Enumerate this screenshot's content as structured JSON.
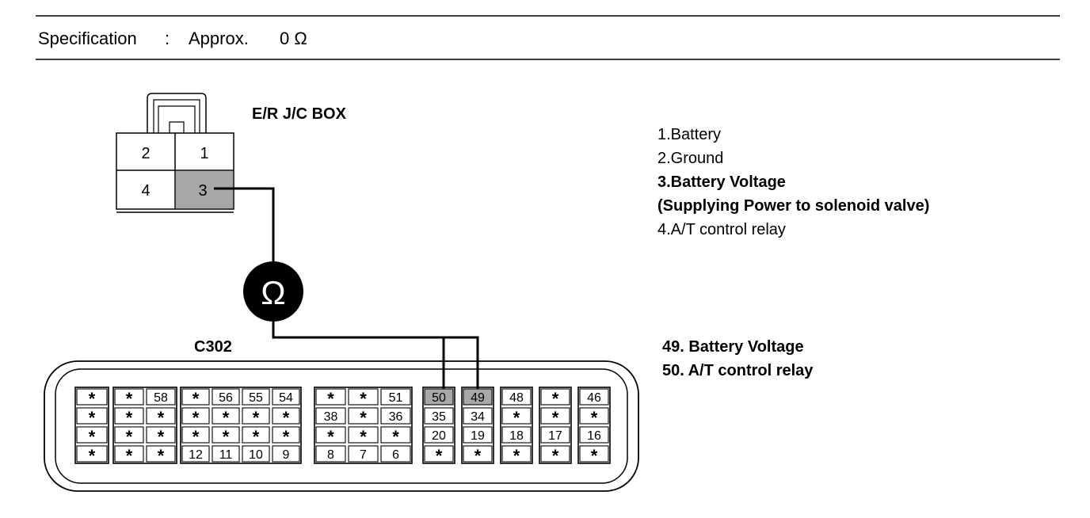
{
  "specification": {
    "label": "Specification",
    "separator": ":",
    "value": "Approx.",
    "unit": "0 Ω"
  },
  "jc_box": {
    "title": "E/R J/C BOX",
    "pins": [
      "2",
      "1",
      "4",
      "3"
    ]
  },
  "jc_legend": [
    {
      "text": "1.Battery",
      "bold": false
    },
    {
      "text": "2.Ground",
      "bold": false
    },
    {
      "text": "3.Battery Voltage",
      "bold": true
    },
    {
      "text": "(Supplying Power to solenoid valve)",
      "bold": true
    },
    {
      "text": "4.A/T control relay",
      "bold": false
    }
  ],
  "meter": {
    "symbol": "Ω",
    "icon": "ohmmeter-icon"
  },
  "connector": {
    "name": "C302",
    "blocks": [
      {
        "cols": [
          [
            "*",
            "*",
            "*",
            "*"
          ]
        ]
      },
      {
        "cols": [
          [
            "*",
            "*",
            "*",
            "*"
          ],
          [
            "58",
            "*",
            "*",
            "*"
          ]
        ]
      },
      {
        "cols": [
          [
            "*",
            "*",
            "*",
            "12"
          ],
          [
            "56",
            "*",
            "*",
            "11"
          ],
          [
            "55",
            "*",
            "*",
            "10"
          ],
          [
            "54",
            "*",
            "*",
            "9"
          ]
        ]
      },
      {
        "cols": [
          [
            "*",
            "38",
            "*",
            "8"
          ],
          [
            "*",
            "*",
            "*",
            "7"
          ],
          [
            "51",
            "36",
            "*",
            "6"
          ]
        ]
      },
      {
        "cols": [
          [
            "50",
            "35",
            "20",
            "*"
          ]
        ],
        "highlight": [
          0
        ]
      },
      {
        "cols": [
          [
            "49",
            "34",
            "19",
            "*"
          ]
        ],
        "highlight": [
          0
        ]
      },
      {
        "cols": [
          [
            "48",
            "*",
            "18",
            "*"
          ]
        ]
      },
      {
        "cols": [
          [
            "*",
            "*",
            "17",
            "*"
          ]
        ]
      },
      {
        "cols": [
          [
            "46",
            "*",
            "16",
            "*"
          ]
        ]
      }
    ]
  },
  "connector_legend": [
    {
      "text": "49. Battery Voltage",
      "bold": true
    },
    {
      "text": "50. A/T control relay",
      "bold": true
    }
  ],
  "colors": {
    "line": "#000000",
    "highlight": "#a8a8a8",
    "background": "#ffffff"
  }
}
